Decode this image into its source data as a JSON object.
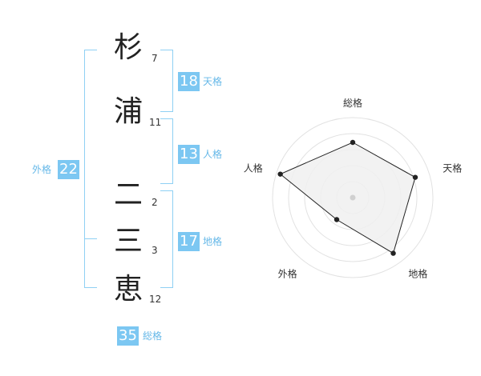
{
  "name": {
    "chars": [
      {
        "char": "杉",
        "strokes": "7"
      },
      {
        "char": "浦",
        "strokes": "11"
      },
      {
        "char": "二",
        "strokes": "2"
      },
      {
        "char": "三",
        "strokes": "3"
      },
      {
        "char": "恵",
        "strokes": "12"
      }
    ]
  },
  "fortunes": {
    "tenkaku": {
      "value": "18",
      "label": "天格"
    },
    "jinkaku": {
      "value": "13",
      "label": "人格"
    },
    "chikaku": {
      "value": "17",
      "label": "地格"
    },
    "gaikaku": {
      "value": "22",
      "label": "外格"
    },
    "soukaku": {
      "value": "35",
      "label": "総格"
    }
  },
  "chart_data": {
    "type": "radar",
    "axes": [
      "総格",
      "天格",
      "地格",
      "外格",
      "人格"
    ],
    "values": [
      0.69,
      0.82,
      0.86,
      0.34,
      0.95
    ],
    "scale_max": 1,
    "grid_rings": 5,
    "colors": {
      "fill": "#f0f0f0",
      "stroke": "#222222",
      "grid": "#e2e2e2"
    }
  },
  "colors": {
    "accent": "#7cc7f2",
    "accent_text": "#66b8e8"
  }
}
